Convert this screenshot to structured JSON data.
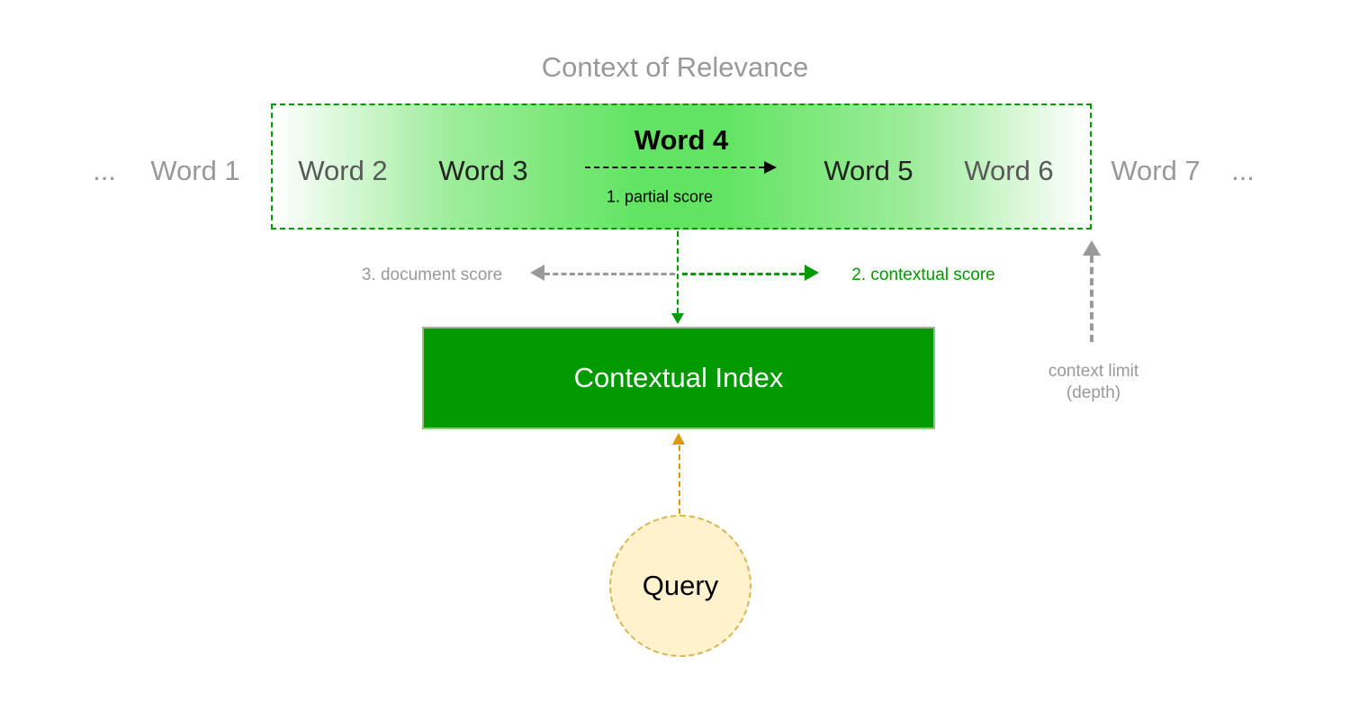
{
  "title": "Context of Relevance",
  "words": [
    {
      "label": "...",
      "position": "outside-left"
    },
    {
      "label": "Word 1",
      "position": "outside-left"
    },
    {
      "label": "Word 2",
      "position": "inside"
    },
    {
      "label": "Word 3",
      "position": "inside"
    },
    {
      "label": "Word 4",
      "position": "inside-center",
      "emphasis": "bold"
    },
    {
      "label": "Word 5",
      "position": "inside"
    },
    {
      "label": "Word 6",
      "position": "inside"
    },
    {
      "label": "Word 7",
      "position": "outside-right"
    },
    {
      "label": "...",
      "position": "outside-right"
    }
  ],
  "annotations": {
    "partial_score": "1. partial score",
    "contextual_score": "2. contextual score",
    "document_score": "3. document score",
    "context_limit_line1": "context limit",
    "context_limit_line2": "(depth)"
  },
  "nodes": {
    "contextual_index": "Contextual Index",
    "query": "Query"
  },
  "colors": {
    "green": "#009900",
    "gradient_center_green": "#62e462",
    "gray": "#999999",
    "black": "#000000",
    "orange": "#d79b00",
    "query_fill": "#fff2cc",
    "query_border": "#d6b656",
    "index_fill": "#009900",
    "index_border": "#9cbc85",
    "background": "#ffffff"
  }
}
